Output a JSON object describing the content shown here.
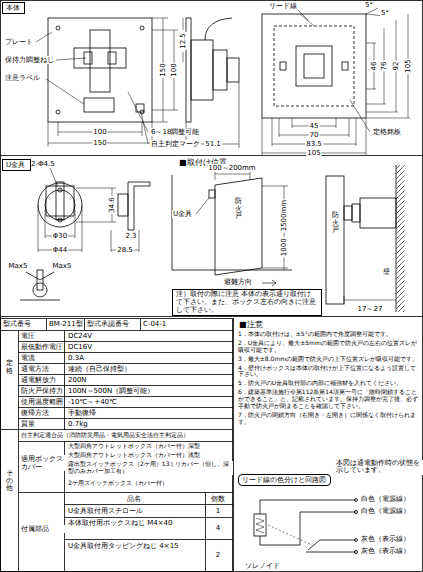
{
  "diagram": {
    "nodes": [
      {
        "text": [
          "本体"
        ]
      },
      {
        "text": [
          "U金具"
        ]
      },
      {
        "text": [
          "注）取付の際に注意 本体の表示通り取付けて下さい。また、ボックス左右の向きに注意して下さい。"
        ]
      },
      {
        "text": [
          "リード線の色分けと回路図"
        ]
      }
    ],
    "labels": [
      "プレート",
      "保持力調整ねじ",
      "注意ラベル",
      "150",
      "100",
      "100",
      "150",
      "6～18調整可能",
      "自主判定マーク",
      "12.5",
      "51.1",
      "リード線",
      "5°",
      "5°",
      "46",
      "76",
      "92",
      "105",
      "45",
      "70",
      "83.5",
      "105",
      "定格銘板",
      "2-Φ4.5",
      "34.6",
      "2.3",
      "Φ30",
      "Φ44",
      "28.5",
      "Max5",
      "Max5",
      "■取付け位置",
      "100～200mm",
      "U金具",
      "防火戸",
      "1000～1500mm",
      "避難方向",
      "防火戸",
      "壁",
      "17～27",
      "型式番号",
      "BM-211型",
      "型式承認番号",
      "C-04-1",
      "定格",
      "電圧",
      "DC24V",
      "最低動作電圧",
      "DC16V",
      "電流",
      "0.3A",
      "通電方法",
      "連続（自己保持型）",
      "通電解放力",
      "200N",
      "防火戸保持力",
      "100N～500N（調整可能）",
      "使用温度範囲",
      "-10℃～+40℃",
      "復帰方法",
      "手動復帰",
      "質量",
      "0.7kg",
      "その他",
      "自主判定適合品（消防防災用品・電気用品安全法自主判定品）",
      "適用ボックスカバー",
      "大型四角アウトレットボックス（カバー付）深型",
      "大型四角アウトレットボックス（カバー付）浅型",
      "露出型スイッチボックス（2ケ用）13ミリカバー（但し、深型のみカバー加工有）",
      "2ケ用スイッチボックス（カバー付）",
      "付属部品",
      "品名",
      "個数",
      "U金具取付用スチロール",
      "1",
      "本体取付用ボックスねじ M4×40",
      "4",
      "U金具取付用タッピングねじ 4×15",
      "2",
      "■注意",
      "1．本体の取付けは、±5°の範囲内で角度調整可能です。",
      "2．U金具により、最大±5mmの範囲で防火戸の左右の位置ズレが吸収可能です。",
      "3．最大±8.0mmの範囲で防火戸の上下位置ズレが吸収可能です。",
      "4．壁付けボックスは本体の取付けが上下位置になるよう設置して下さい。",
      "5．防火戸のU金具取付部の内部に補強材を入れてください。",
      "6．建築基準法施行令第112条第14項第一号に「随時閉鎖することができること」と、記載されています。保持力調整が完了後、必ず手動で防火戸が閉まることを確認して下さい。",
      "7．防火戸の閉鎖方向（右開き・左開き）に関係なく取付けられます。",
      "本図は通電動作時の状態を示しています。",
      "白色（電源線）",
      "白色（電源線）",
      "灰色（表示線）",
      "灰色（表示線）",
      "ソレノイド"
    ]
  }
}
